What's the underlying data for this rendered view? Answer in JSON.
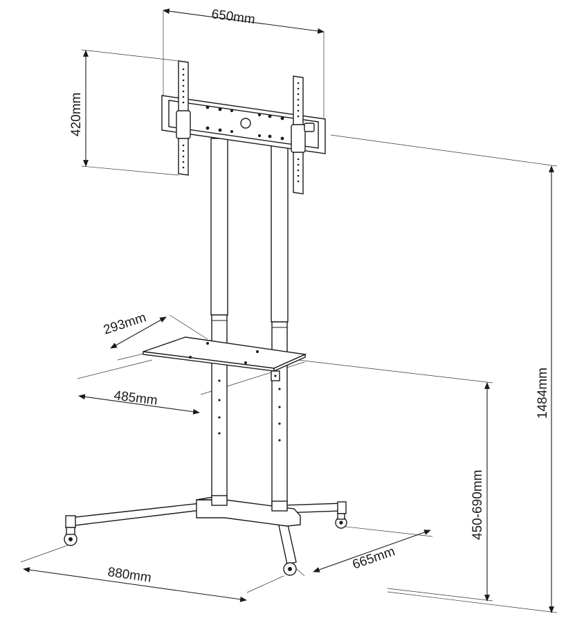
{
  "dimensions": {
    "mount_width": "650mm",
    "mount_height": "420mm",
    "total_height": "1484mm",
    "shelf_depth": "293mm",
    "shelf_width": "485mm",
    "shelf_height_range": "450-690mm",
    "base_width": "880mm",
    "base_depth": "665mm"
  }
}
